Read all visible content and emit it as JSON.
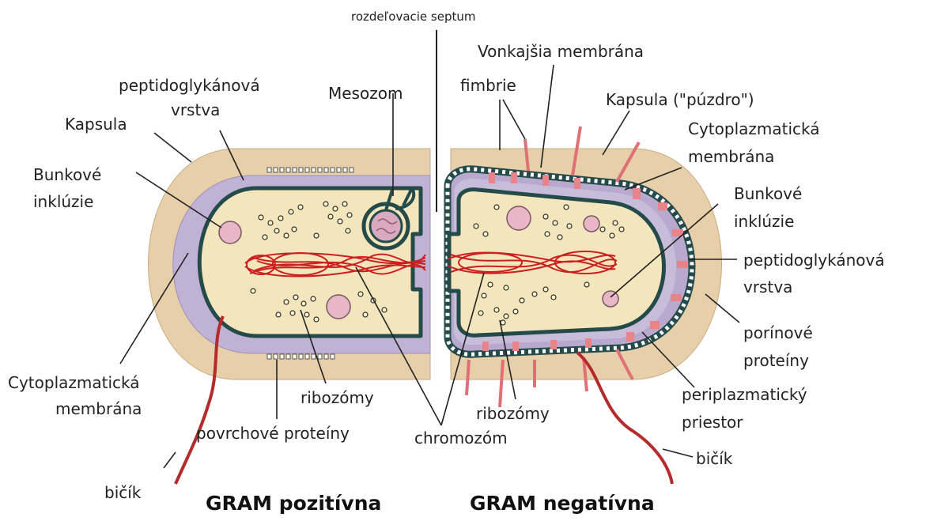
{
  "labels": {
    "septum": "rozdeľovacie septum",
    "mesosome": "Mesozom",
    "peptido_left_1": "peptidoglykánová",
    "peptido_left_2": "vrstva",
    "capsule_left": "Kapsula",
    "inclusions_left_1": "Bunkové",
    "inclusions_left_2": "inklúzie",
    "cytomem_left_1": "Cytoplazmatická",
    "cytomem_left_2": "membrána",
    "ribosomes_left": "ribozómy",
    "surface_proteins": "povrchové proteíny",
    "flagellum_left": "bičík",
    "outer_membrane": "Vonkajšia membrána",
    "fimbriae": "fimbrie",
    "capsule_right": "Kapsula (\"púzdro\")",
    "cytomem_right_1": "Cytoplazmatická",
    "cytomem_right_2": "membrána",
    "inclusions_right_1": "Bunkové",
    "inclusions_right_2": "inklúzie",
    "peptido_right_1": "peptidoglykánová",
    "peptido_right_2": "vrstva",
    "porins_1": "porínové",
    "porins_2": "proteíny",
    "periplasm_1": "periplazmatický",
    "periplasm_2": "priestor",
    "ribosomes_right": "ribozómy",
    "chromosome": "chromozóm",
    "flagellum_right": "bičík"
  },
  "titles": {
    "gram_positive": "GRAM pozitívna",
    "gram_negative": "GRAM negatívna"
  },
  "colors": {
    "capsule": "#e6cfa9",
    "peptidoglycan_gp": "#c0b2d4",
    "cytoplasm": "#f3e6bd",
    "membrane": "#254a4a",
    "dna": "#cc1f1f",
    "fimbriae": "#e0707a",
    "inclusion": "#e8b6c6"
  }
}
